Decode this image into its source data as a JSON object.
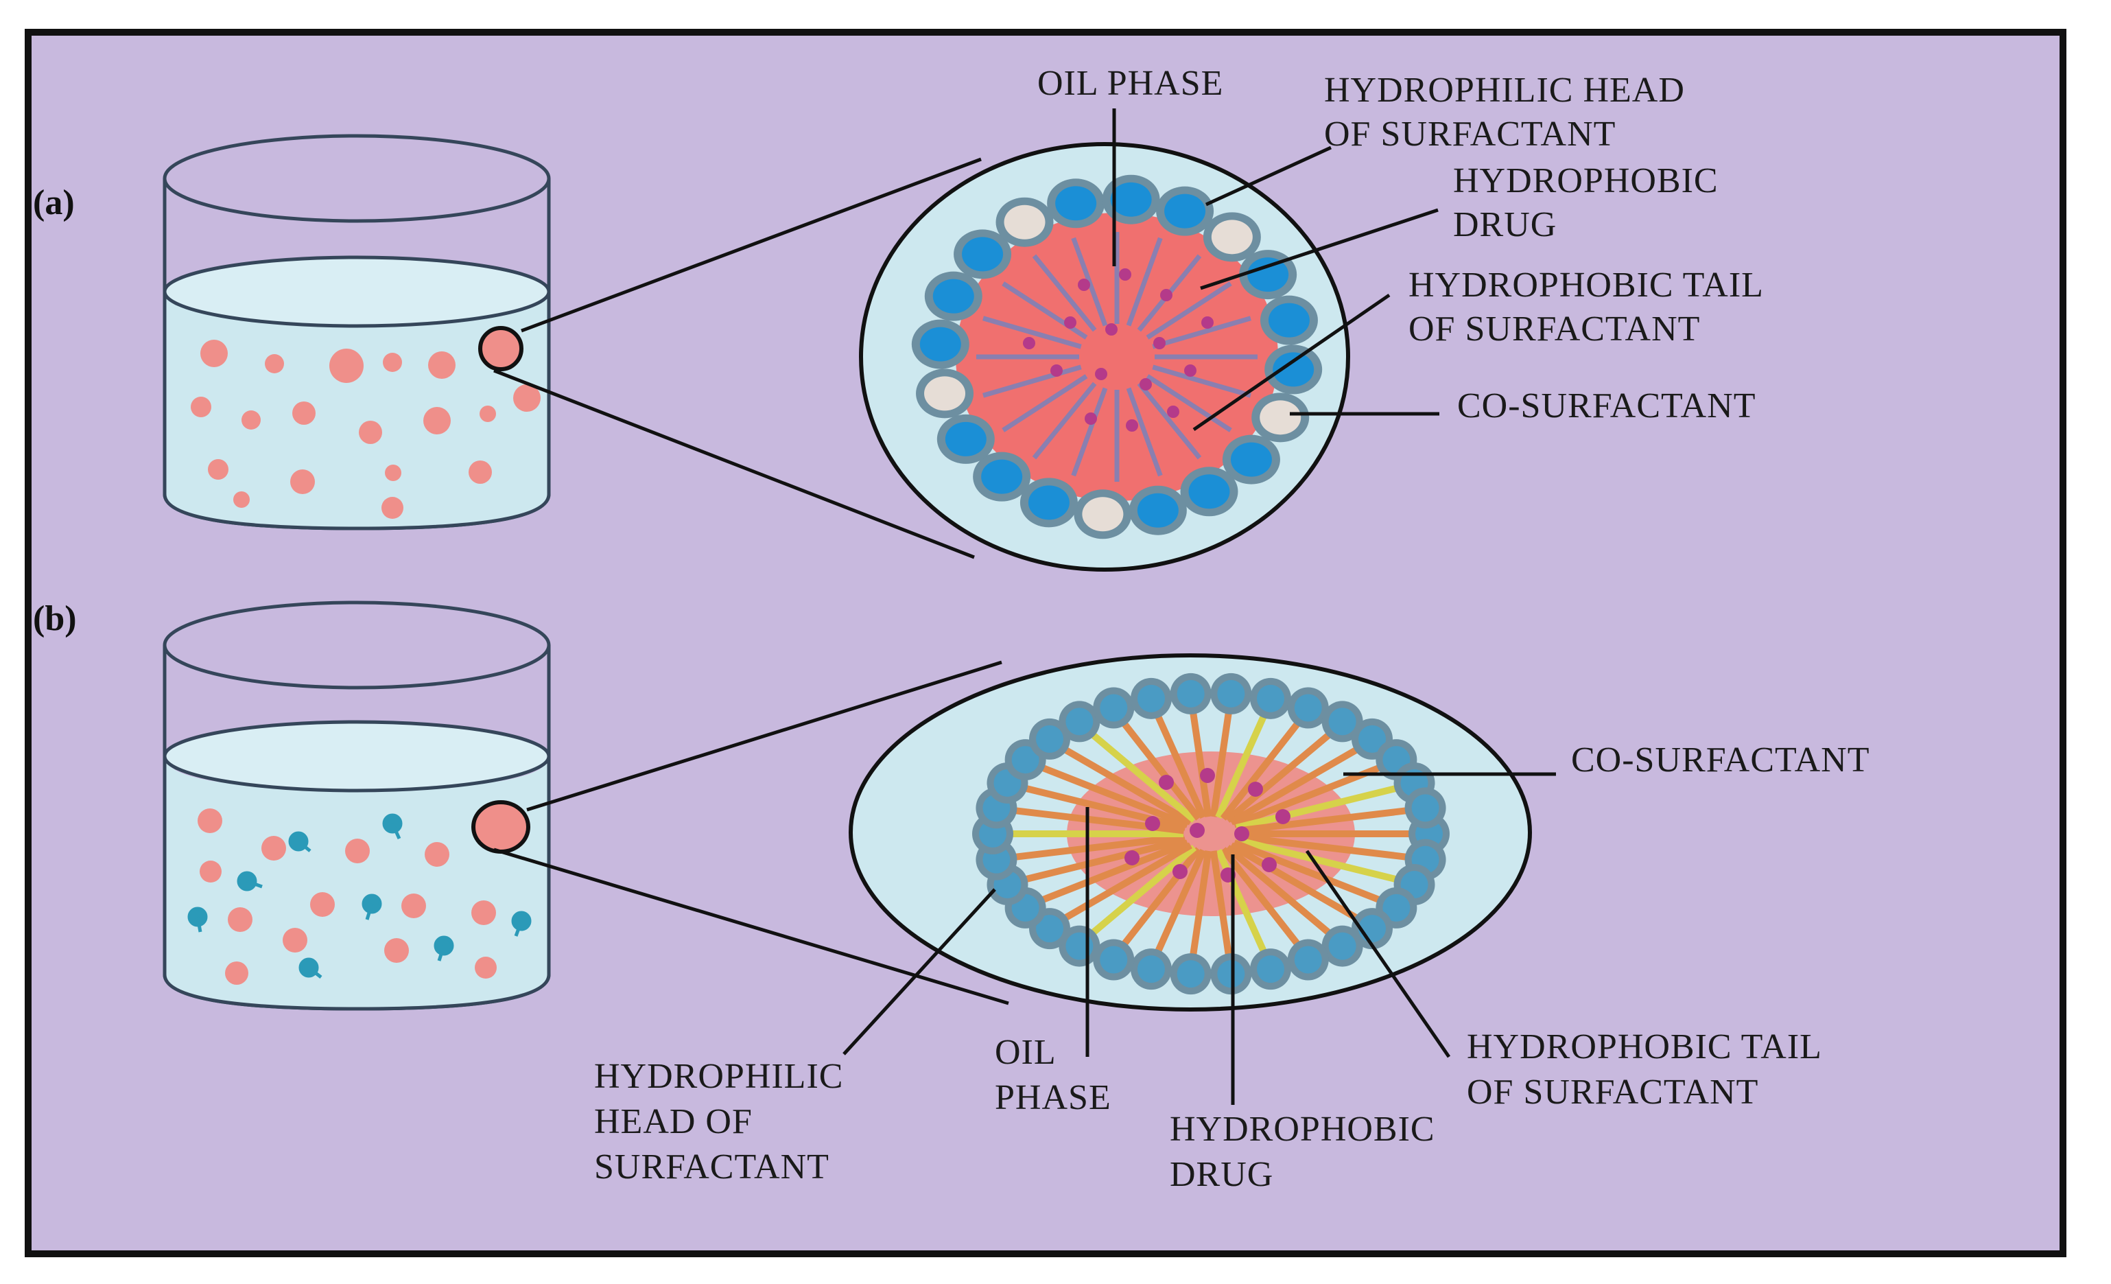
{
  "panels": {
    "a": {
      "tag": "(a)",
      "labels": {
        "oil_phase": "OIL PHASE",
        "hydrophilic_head": [
          "HYDROPHILIC HEAD",
          "OF SURFACTANT"
        ],
        "hydrophobic_drug": [
          "HYDROPHOBIC",
          "DRUG"
        ],
        "hydrophobic_tail": [
          "HYDROPHOBIC TAIL",
          "OF SURFACTANT"
        ],
        "co_surfactant": "CO-SURFACTANT"
      }
    },
    "b": {
      "tag": "(b)",
      "labels": {
        "co_surfactant": "CO-SURFACTANT",
        "hydrophilic_head": [
          "HYDROPHILIC",
          "HEAD OF",
          "SURFACTANT"
        ],
        "oil_phase": [
          "OIL",
          "PHASE"
        ],
        "hydrophobic_drug": [
          "HYDROPHOBIC",
          "DRUG"
        ],
        "hydrophobic_tail": [
          "HYDROPHOBIC TAIL",
          "OF SURFACTANT"
        ]
      }
    }
  },
  "colors": {
    "background": "#c8b9de",
    "water": "#cde8ef",
    "oil_droplet": "#ef8a84",
    "oil_core": "#f0706f",
    "surfactant_head": "#1b8fd6",
    "head_ring": "#6d8fa1",
    "co_surfactant": "#e6ddd6",
    "drug": "#b43a8a",
    "tail": "#e08a4a",
    "tail_b_highlight": "#d6d24a"
  }
}
